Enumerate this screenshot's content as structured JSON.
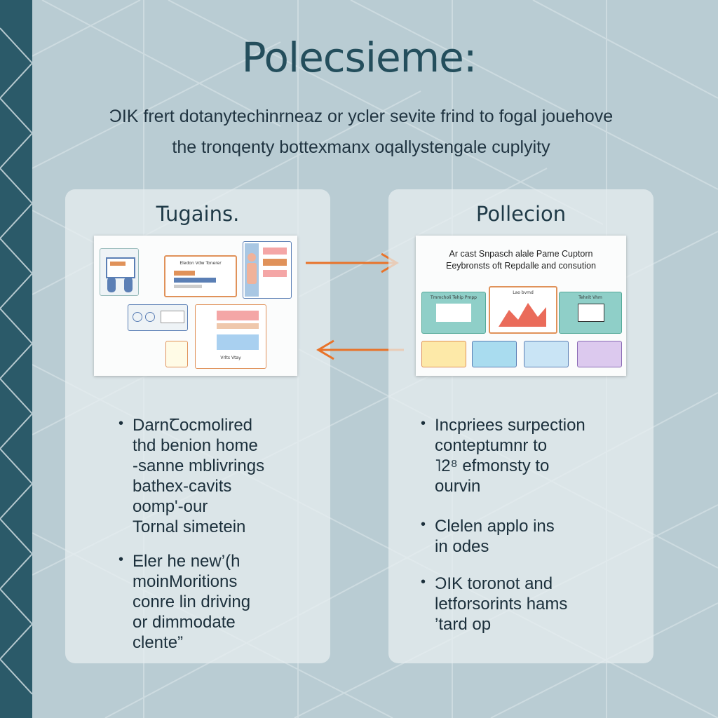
{
  "header": {
    "title": "Polecsieme:",
    "subtitle_line1": "ƆIK frert dotanytechinrneaz or ycler sevite frind to fogal jouehove",
    "subtitle_line2": "the tronqenty  bottexmanx oqallystengale cuplyity"
  },
  "left_panel": {
    "title": "Tugains.",
    "bullets": [
      [
        "DarnꞆocmolired",
        "thd benion home",
        "-sanne mblivrings",
        "bathex-cavits",
        "oomp'-our",
        "Tornal simetein"
      ],
      [
        "Eler he new’(h",
        "moinMoritions",
        "conre lin driving",
        "or dimmodate",
        "clente”"
      ]
    ],
    "screenshot": {
      "labels": [
        "Eledon Vdw Tonerer",
        "Vrlts Vtay"
      ]
    }
  },
  "right_panel": {
    "title": "Pollecion",
    "bullets": [
      [
        "Incpriees surpection",
        "conteptumnr to",
        "˥2⁸ efmonsty to",
        "ourvin"
      ],
      [
        "Clelen applo ins",
        "in odes"
      ],
      [
        "ƆIK toronot and",
        "letforsorints hams",
        "’tard op"
      ]
    ],
    "screenshot": {
      "caption_line1": "Ar cast Snpasch alale Pame Cuptorn",
      "caption_line2": "Eeybronsts oft Repdalle and consution",
      "labels": [
        "Tmmcholi Tehip Pmpp",
        "Lao bvmd",
        "Tehnlt Vhm"
      ]
    }
  },
  "colors": {
    "background": "#b9ccd3",
    "strip": "#2b5a69",
    "arrow": "#e8732a",
    "accent_orange": "#e0925a",
    "accent_teal": "#8fcfc8",
    "accent_blue": "#5b7fb5"
  }
}
